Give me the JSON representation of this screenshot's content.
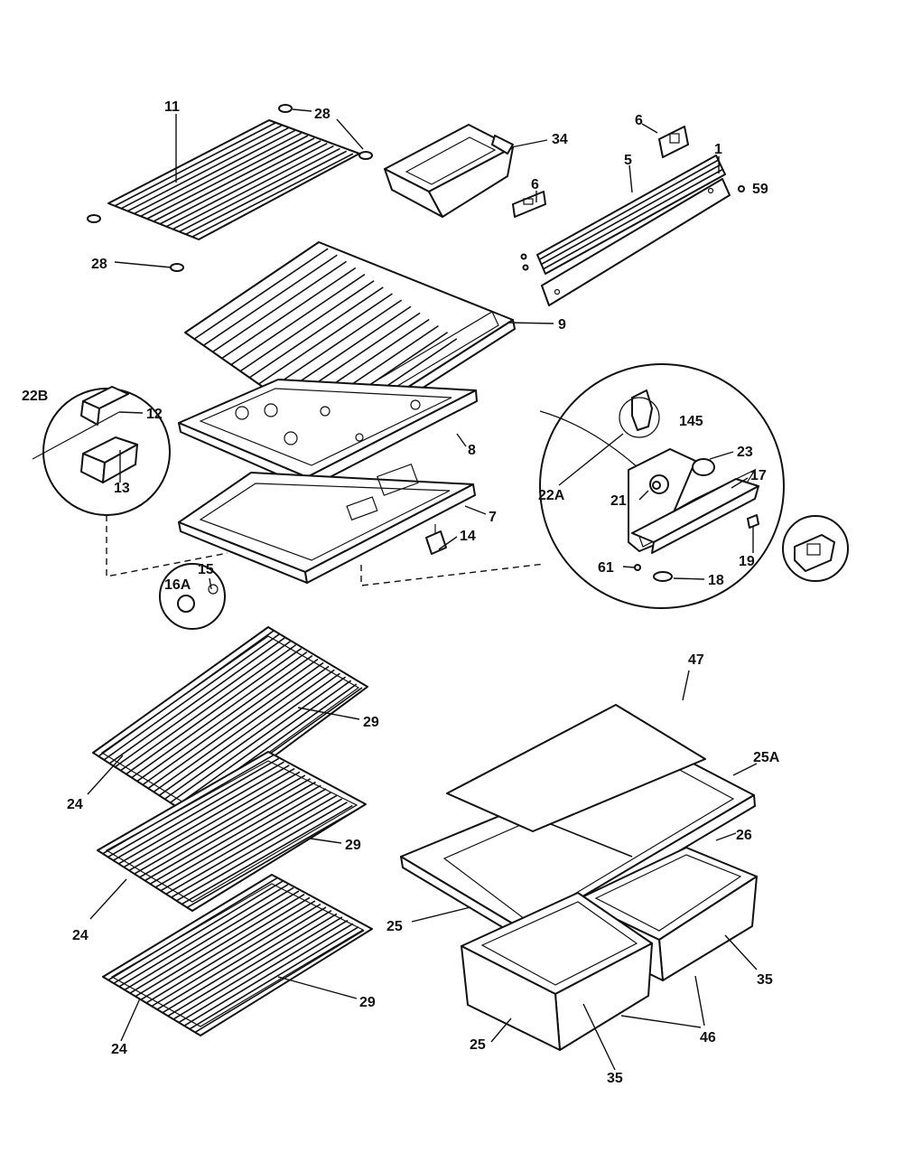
{
  "diagram": {
    "callouts": {
      "c11": "11",
      "c28": "28",
      "c28b": "28",
      "c34": "34",
      "c6a": "6",
      "c5": "5",
      "c1": "1",
      "c59": "59",
      "c6b": "6",
      "c9": "9",
      "c22b": "22B",
      "c12": "12",
      "c13": "13",
      "c8": "8",
      "c7": "7",
      "c14": "14",
      "c16a": "16A",
      "c15": "15",
      "c145": "145",
      "c23": "23",
      "c17": "17",
      "c22a": "22A",
      "c21": "21",
      "c19": "19",
      "c61": "61",
      "c18": "18",
      "c47": "47",
      "c25a": "25A",
      "c29a": "29",
      "c24a": "24",
      "c29b": "29",
      "c24b": "24",
      "c26": "26",
      "c25b": "25",
      "c29c": "29",
      "c24c": "24",
      "c35a": "35",
      "c46": "46",
      "c25c": "25",
      "c35b": "35"
    }
  }
}
